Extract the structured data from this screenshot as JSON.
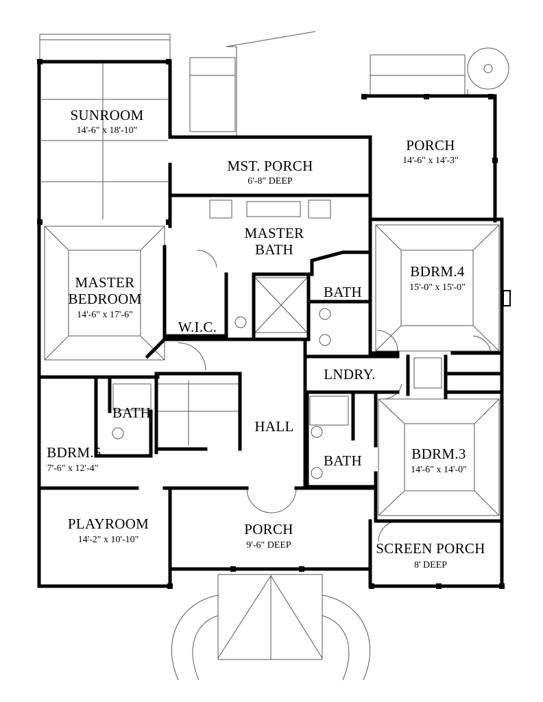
{
  "colors": {
    "ink": "#000000",
    "paper": "#ffffff",
    "thin_line": "#555555"
  },
  "rooms": {
    "sunroom": {
      "name": "SUNROOM",
      "dims": "14'-6\" x 18'-10\""
    },
    "mst_porch": {
      "name": "MST. PORCH",
      "dims": "6'-8\" DEEP"
    },
    "porch_top": {
      "name": "PORCH",
      "dims": "14'-6\" x 14'-3\""
    },
    "master_bath": {
      "name_line1": "MASTER",
      "name_line2": "BATH"
    },
    "master_bedroom": {
      "name_line1": "MASTER",
      "name_line2": "BEDROOM",
      "dims": "14'-6\" x 17'-6\""
    },
    "wic": {
      "name": "W.I.C."
    },
    "bath_center": {
      "name": "BATH"
    },
    "bdrm4": {
      "name": "BDRM.4",
      "dims": "15'-0\" x 15'-0\""
    },
    "lndry": {
      "name": "LNDRY."
    },
    "bath_left": {
      "name": "BATH"
    },
    "hall": {
      "name": "HALL"
    },
    "bdrm5": {
      "name": "BDRM.5",
      "dims": "7'-6\" x 12'-4\""
    },
    "bath_lower": {
      "name": "BATH"
    },
    "bdrm3": {
      "name": "BDRM.3",
      "dims": "14'-6\" x 14'-0\""
    },
    "playroom": {
      "name": "PLAYROOM",
      "dims": "14'-2\" x 10'-10\""
    },
    "porch_front": {
      "name": "PORCH",
      "dims": "9'-6\" DEEP"
    },
    "screen_porch": {
      "name": "SCREEN PORCH",
      "dims": "8' DEEP"
    }
  }
}
